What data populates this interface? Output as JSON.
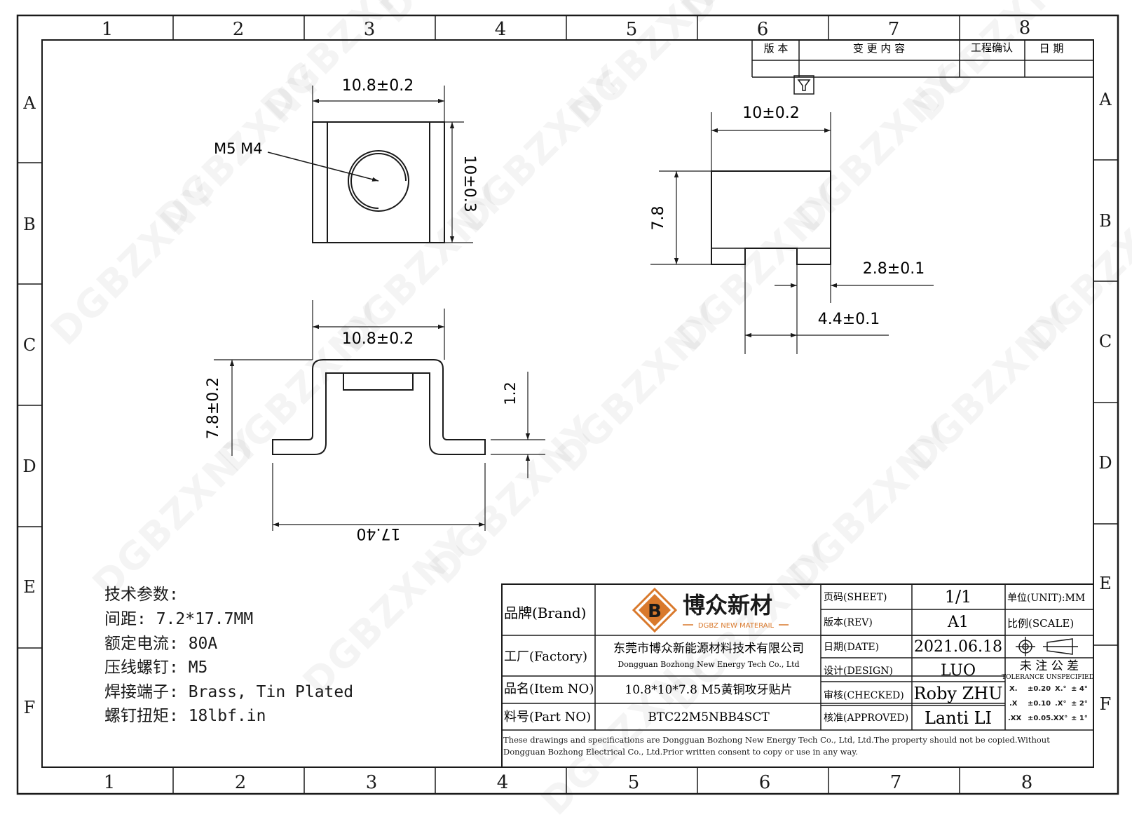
{
  "border": {
    "columns": [
      "1",
      "2",
      "3",
      "4",
      "5",
      "6",
      "7",
      "8"
    ],
    "rows": [
      "A",
      "B",
      "C",
      "D",
      "E",
      "F"
    ]
  },
  "revision_block": {
    "version_label": "版 本",
    "change_label": "变 更 内 容",
    "eng_confirm_label": "工程确认",
    "date_label": "日 期"
  },
  "views": {
    "top": {
      "width_dim": "10.8±0.2",
      "height_dim": "10±0.3",
      "thread_label": "M5 M4"
    },
    "front": {
      "width_dim": "10.8±0.2",
      "height_dim": "7.8±0.2",
      "thickness_dim": "1.2",
      "length_dim": "17.40"
    },
    "side": {
      "width_dim": "10±0.2",
      "height_dim": "7.8",
      "slot_dim": "2.8±0.1",
      "offset_dim": "4.4±0.1"
    }
  },
  "specs": {
    "title": "技术参数:",
    "lines": [
      "间距: 7.2*17.7MM",
      "额定电流: 80A",
      "压线螺钉: M5",
      "焊接端子: Brass, Tin Plated",
      "螺钉扭矩: 18lbf.in"
    ]
  },
  "title_block": {
    "brand_label": "品牌(Brand)",
    "factory_label": "工厂(Factory)",
    "item_label": "品名(Item NO)",
    "part_label": "料号(Part NO)",
    "logo_cn": "博众新材",
    "logo_en": "DGBZ NEW MATERAIL",
    "factory_cn": "东莞市博众新能源材料技术有限公司",
    "factory_en": "Dongguan Bozhong New Energy Tech Co., Ltd",
    "item_value": "10.8*10*7.8 M5黄铜攻牙贴片",
    "part_value": "BTC22M5NBB4SCT",
    "sheet_label": "页码(SHEET)",
    "sheet_value": "1/1",
    "rev_label": "版本(REV)",
    "rev_value": "A1",
    "date_label": "日期(DATE)",
    "date_value": "2021.06.18",
    "design_label": "设计(DESIGN)",
    "design_value": "LUO",
    "checked_label": "审核(CHECKED)",
    "checked_value": "Roby ZHU",
    "approved_label": "核准(APPROVED)",
    "approved_value": "Lanti LI",
    "unit_label": "单位(UNIT):MM",
    "scale_label": "比例(SCALE)",
    "tol_title": "未 注 公 差",
    "tol_sub": "TOLERANCE UNSPECIFIED",
    "tol_rows": [
      {
        "a": "X.",
        "b": "±0.20",
        "c": "X.°",
        "d": "± 4°"
      },
      {
        "a": ".X",
        "b": "±0.10",
        "c": ".X°",
        "d": "± 2°"
      },
      {
        "a": ".XX",
        "b": "±0.05",
        "c": ".XX°",
        "d": "± 1°"
      }
    ],
    "disclaimer": "These drawings and specifications are Dongguan Bozhong New Energy Tech Co., Ltd, Ltd.The property should not be copied.Without Dongguan Bozhong Electrical Co., Ltd.Prior written consent to copy or use in any way."
  },
  "watermark": "DGBZXNY"
}
